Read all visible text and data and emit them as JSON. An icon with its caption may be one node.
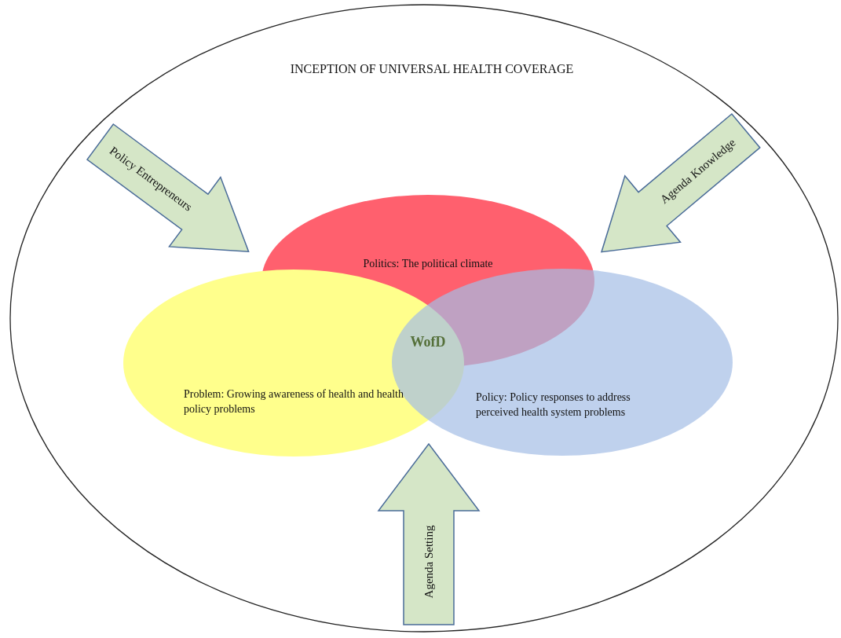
{
  "diagram": {
    "nodes": [
      {
        "text": [
          "INCEPTION OF UNIVERSAL HEALTH COVERAGE"
        ]
      },
      {
        "text": [
          "Policy Entrepreneurs"
        ],
        "in": 0
      },
      {
        "text": [
          "Agenda Knowledge"
        ],
        "in": 0
      },
      {
        "text": [
          "Politics: The political climate"
        ],
        "in": 0
      },
      {
        "text": [
          "Problem: Growing awareness of health and health policy problems"
        ],
        "in": 0
      },
      {
        "text": [
          "Policy: Policy responses to address perceived health system problems"
        ],
        "in": 0
      },
      {
        "text": [
          "Agenda Setting"
        ],
        "in": 0
      }
    ],
    "edges": [],
    "labels": [
      "WofD"
    ]
  }
}
